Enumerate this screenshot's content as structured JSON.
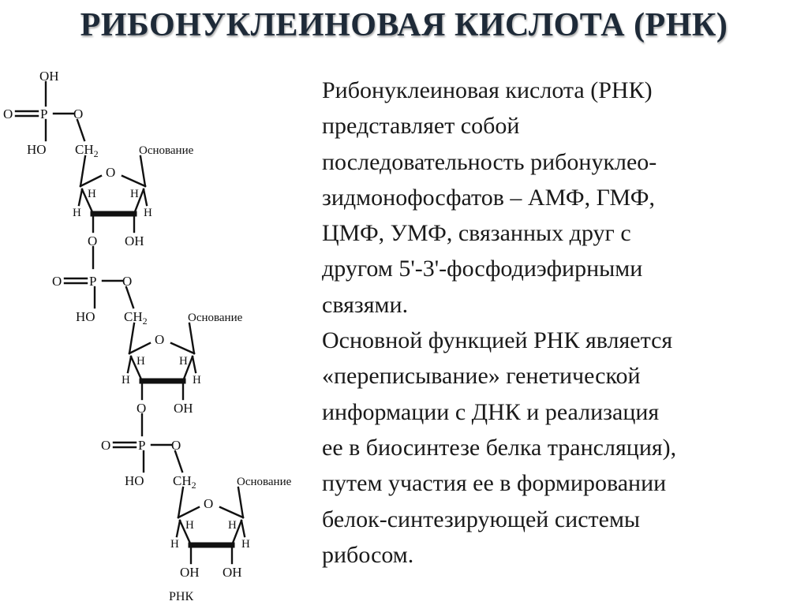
{
  "title": "РИБОНУКЛЕИНОВАЯ КИСЛОТА (РНК)",
  "structure": {
    "units": [
      {
        "oh_top": "OH",
        "o_double": "O",
        "p": "P",
        "o_link": "O",
        "ho": "HO",
        "ch": "CH",
        "sub2": "2",
        "ring_o": "O",
        "base": "Основание",
        "h1": "H",
        "h2": "H",
        "h3": "H",
        "h4": "H",
        "o_bottom": "O",
        "oh_bottom": "OH"
      },
      {
        "o_double": "O",
        "p": "P",
        "o_link": "O",
        "ho": "HO",
        "ch": "CH",
        "sub2": "2",
        "ring_o": "O",
        "base": "Основание",
        "h1": "H",
        "h2": "H",
        "h3": "H",
        "h4": "H",
        "o_bottom": "O",
        "oh_bottom": "OH"
      },
      {
        "o_double": "O",
        "p": "P",
        "o_link": "O",
        "ho": "HO",
        "ch": "CH",
        "sub2": "2",
        "ring_o": "O",
        "base": "Основание",
        "h1": "H",
        "h2": "H",
        "h3": "H",
        "h4": "H",
        "oh_left": "OH",
        "oh_bottom": "OH"
      }
    ],
    "caption": "РНК"
  },
  "paragraphs": [
    [
      "Рибонуклеиновая  кислота (РНК)",
      "представляет  собой",
      "последовательность  рибонуклео-",
      "зидмонофосфатов –  АМФ,  ГМФ,",
      "ЦМФ,  УМФ,  связанных  друг  с",
      "другом 5'-3'-фосфодиэфирными",
      "связями."
    ],
    [
      "Основной функцией РНК является",
      "«переписывание» генетической",
      "информации с ДНК и реализация",
      "ее в биосинтезе белка трансляция),",
      "путем участия ее в формировании",
      "белок-синтезирующей системы",
      "рибосом."
    ]
  ]
}
